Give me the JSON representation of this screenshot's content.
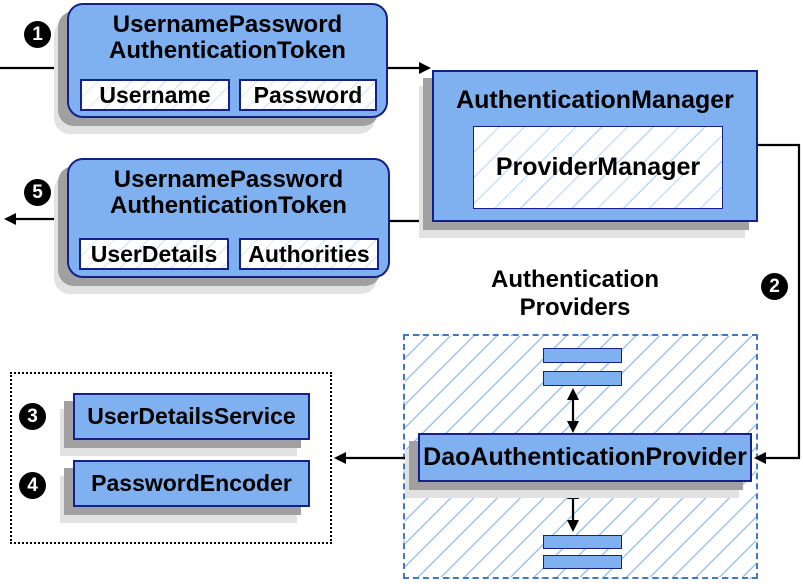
{
  "colors": {
    "box_fill": "#7fb1f0",
    "box_border": "#16208a",
    "hatch_line": "#9cc3ee",
    "dashed_border": "#4377c1",
    "shadow_dark": "#a0a0a0",
    "shadow_light": "#e2e2e2",
    "badge_bg": "#000000",
    "badge_text": "#ffffff",
    "line_color": "#000000"
  },
  "steps": {
    "s1": "1",
    "s2": "2",
    "s3": "3",
    "s4": "4",
    "s5": "5"
  },
  "token_request": {
    "title_line1": "UsernamePassword",
    "title_line2": "AuthenticationToken",
    "field1": "Username",
    "field2": "Password"
  },
  "token_response": {
    "title_line1": "UsernamePassword",
    "title_line2": "AuthenticationToken",
    "field1": "UserDetails",
    "field2": "Authorities"
  },
  "authentication_manager": {
    "title": "AuthenticationManager",
    "inner_title": "ProviderManager"
  },
  "providers": {
    "label_line1": "Authentication",
    "label_line2": "Providers",
    "dao_provider": "DaoAuthenticationProvider"
  },
  "services": {
    "user_details_service": "UserDetailsService",
    "password_encoder": "PasswordEncoder"
  }
}
